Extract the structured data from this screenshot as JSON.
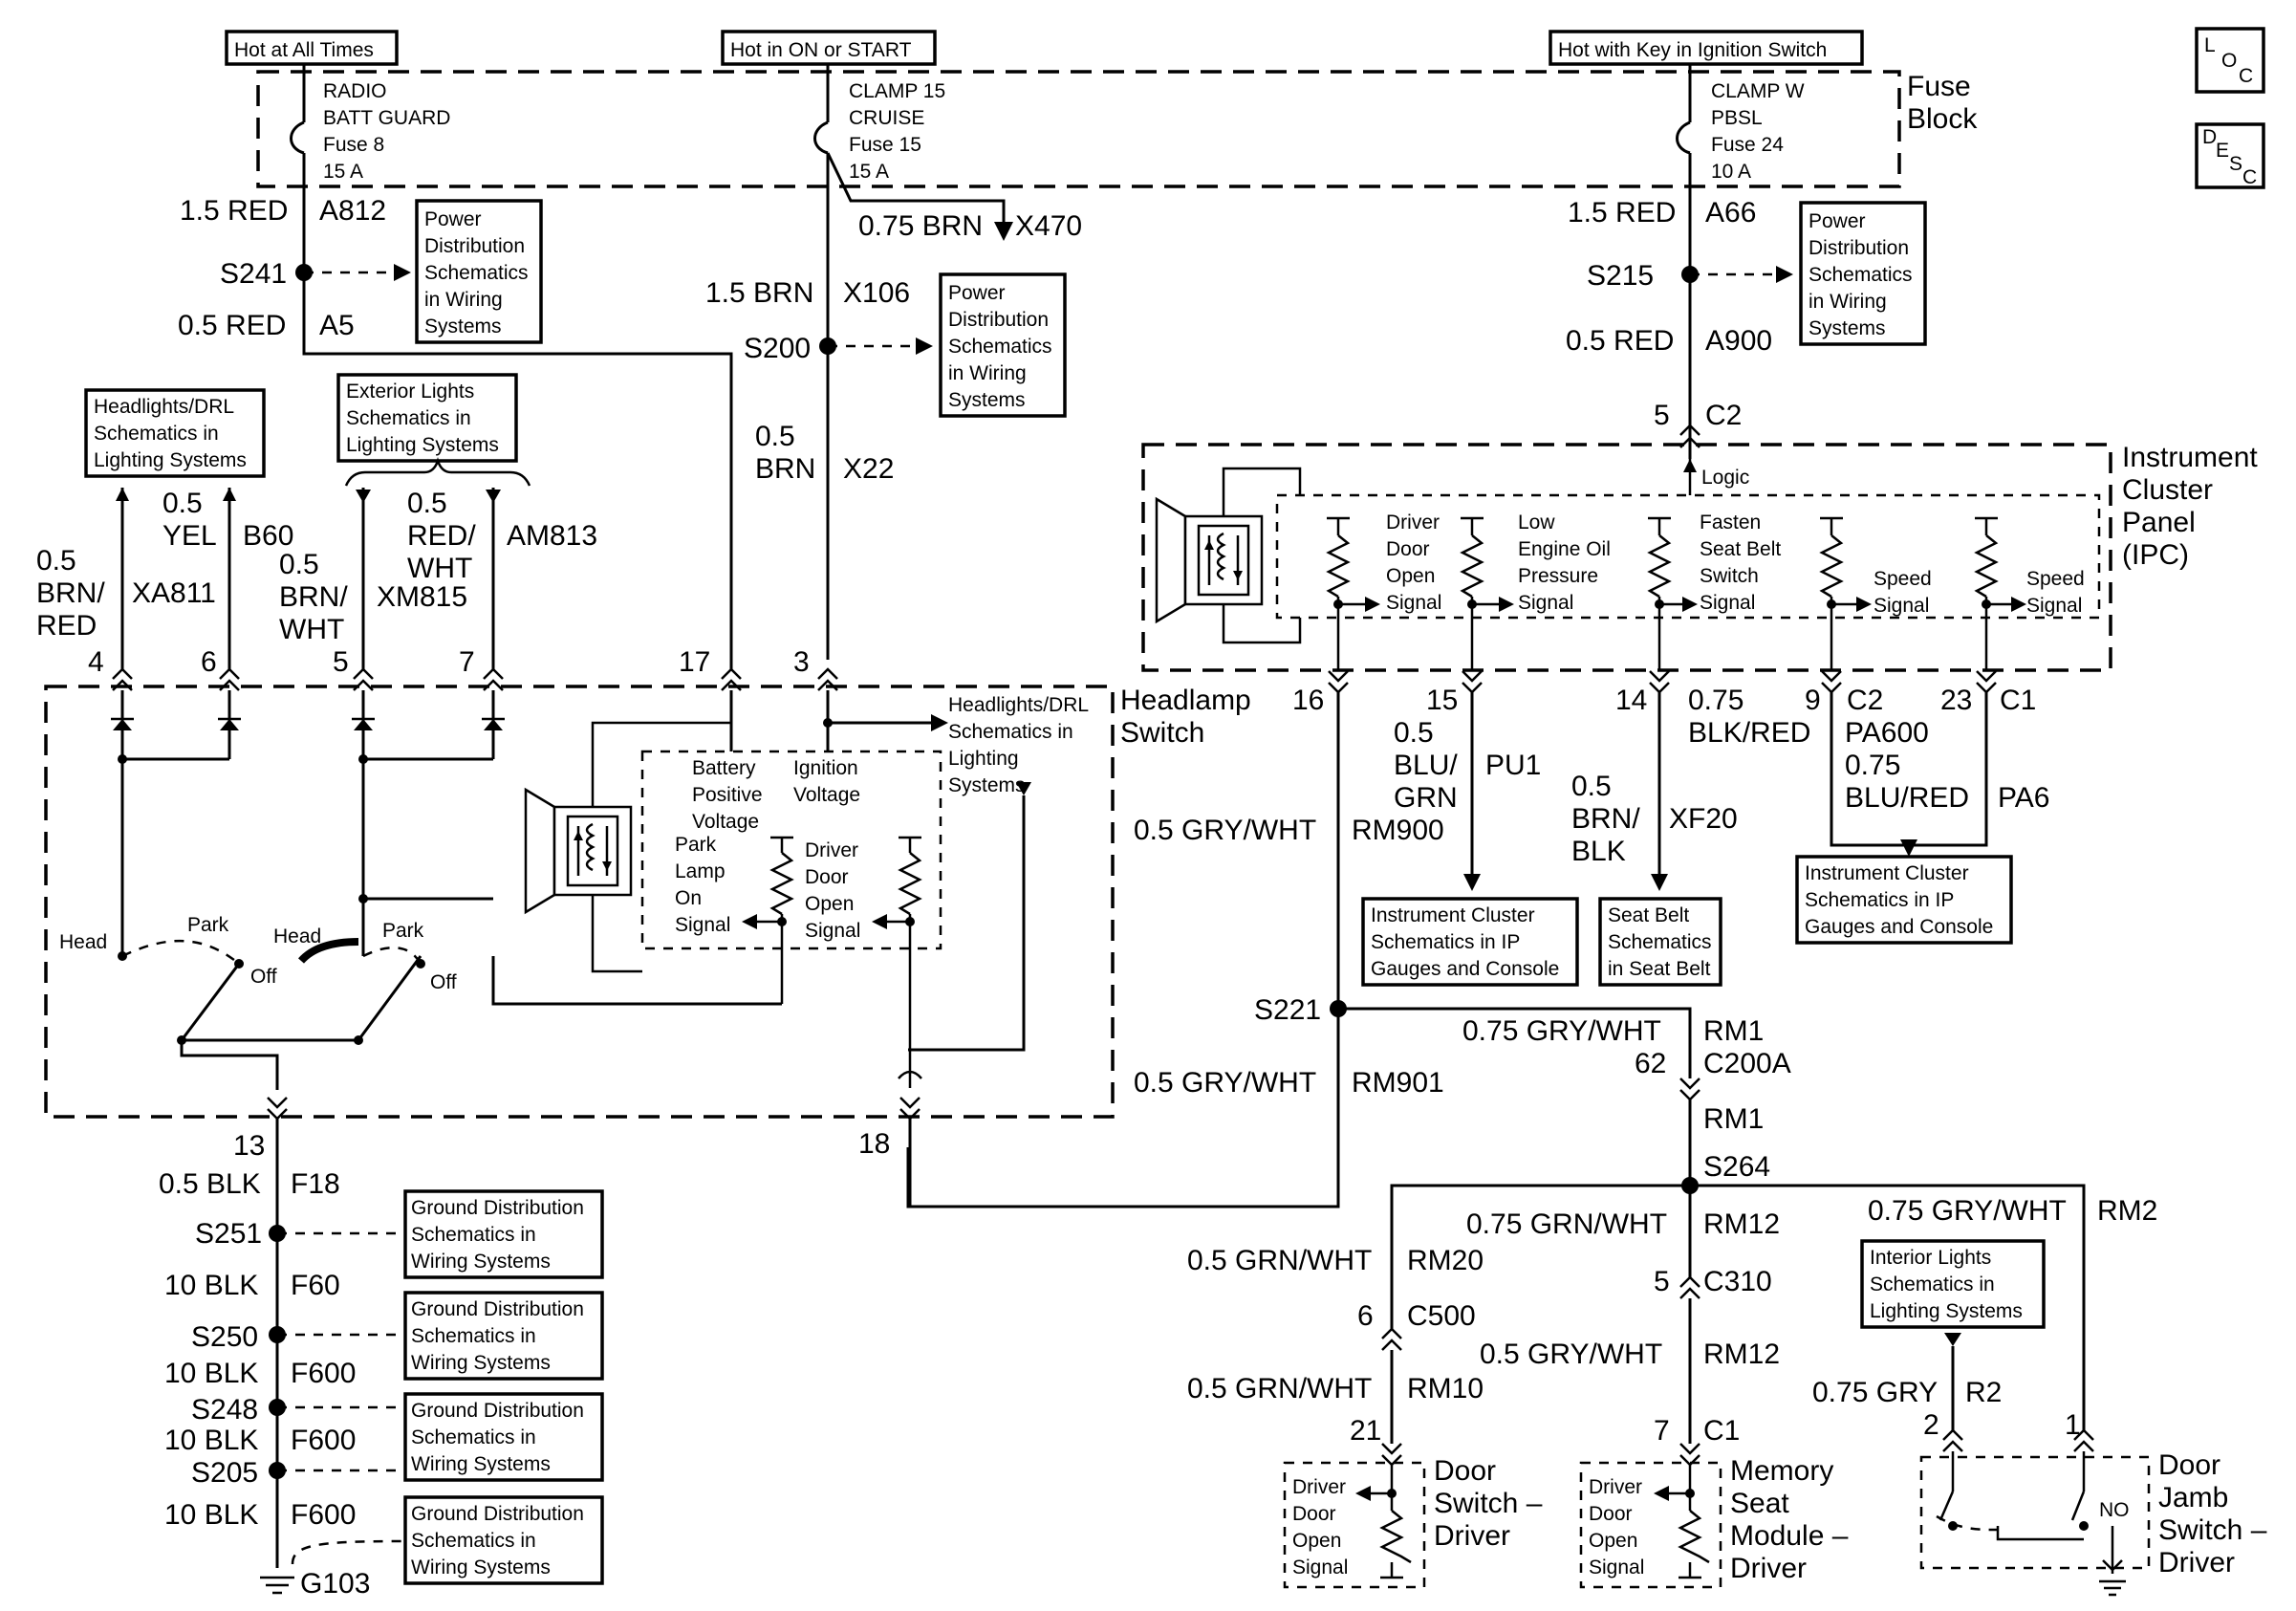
{
  "header_labels": {
    "hot_all": "Hot at All Times",
    "hot_on": "Hot in ON or START",
    "hot_key": "Hot with Key in Ignition Switch"
  },
  "fuse_block": {
    "line1": "Fuse",
    "line2": "Block"
  },
  "fuses": [
    {
      "lines": [
        "RADIO",
        "BATT GUARD",
        "Fuse 8",
        "15 A"
      ]
    },
    {
      "lines": [
        "CLAMP 15",
        "CRUISE",
        "Fuse 15",
        "15 A"
      ]
    },
    {
      "lines": [
        "CLAMP W",
        "PBSL",
        "Fuse 24",
        "10 A"
      ]
    }
  ],
  "reference_boxes": {
    "pd1": [
      "Power",
      "Distribution",
      "Schematics",
      "in Wiring",
      "Systems"
    ],
    "pd2": [
      "Power",
      "Distribution",
      "Schematics",
      "in Wiring",
      "Systems"
    ],
    "pd3": [
      "Power",
      "Distribution",
      "Schematics",
      "in Wiring",
      "Systems"
    ],
    "hl1": [
      "Headlights/DRL",
      "Schematics in",
      "Lighting Systems"
    ],
    "ext": [
      "Exterior Lights",
      "Schematics in",
      "Lighting Systems"
    ],
    "hl2": [
      "Headlights/DRL",
      "Schematics in",
      "Lighting",
      "Systems"
    ],
    "ic1": [
      "Instrument Cluster",
      "Schematics in IP",
      "Gauges and Console"
    ],
    "sb": [
      "Seat Belt",
      "Schematics",
      "in Seat Belt"
    ],
    "ic2": [
      "Instrument Cluster",
      "Schematics in IP",
      "Gauges and Console"
    ],
    "gd1": [
      "Ground Distribution",
      "Schematics in",
      "Wiring Systems"
    ],
    "gd2": [
      "Ground Distribution",
      "Schematics in",
      "Wiring Systems"
    ],
    "gd3": [
      "Ground Distribution",
      "Schematics in",
      "Wiring Systems"
    ],
    "gd4": [
      "Ground Distribution",
      "Schematics in",
      "Wiring Systems"
    ],
    "int": [
      "Interior Lights",
      "Schematics in",
      "Lighting Systems"
    ]
  },
  "wires": {
    "w_a812": "1.5 RED",
    "c_a812": "A812",
    "w_a5": "0.5 RED",
    "c_a5": "A5",
    "w_x470": "0.75 BRN",
    "c_x470": "X470",
    "w_x106": "1.5 BRN",
    "c_x106": "X106",
    "w_x22a": "0.5",
    "w_x22b": "BRN",
    "c_x22": "X22",
    "w_a66": "1.5 RED",
    "c_a66": "A66",
    "w_a900": "0.5 RED",
    "c_a900": "A900",
    "w_xa811a": "0.5",
    "w_xa811b": "BRN/",
    "w_xa811c": "RED",
    "c_xa811": "XA811",
    "w_b60a": "0.5",
    "w_b60b": "YEL",
    "c_b60": "B60",
    "w_xm815a": "0.5",
    "w_xm815b": "BRN/",
    "w_xm815c": "WHT",
    "c_xm815": "XM815",
    "w_am813a": "0.5",
    "w_am813b": "RED/",
    "w_am813c": "WHT",
    "c_am813": "AM813",
    "w_rm900": "0.5 GRY/WHT",
    "c_rm900": "RM900",
    "w_pu1a": "0.5",
    "w_pu1b": "BLU/",
    "w_pu1c": "GRN",
    "c_pu1": "PU1",
    "w_xf20a": "0.5",
    "w_xf20b": "BRN/",
    "w_xf20c": "BLK",
    "c_xf20": "XF20",
    "w_pa600": "0.75",
    "w_pa600b": "BLK/RED",
    "c_pa600": "PA600",
    "w_pa6a": "0.75",
    "w_pa6b": "BLU/RED",
    "c_pa6": "PA6",
    "w_rm1": "0.75 GRY/WHT",
    "c_rm1": "RM1",
    "c_rm1b": "RM1",
    "w_rm901": "0.5 GRY/WHT",
    "c_rm901": "RM901",
    "w_rm12a": "0.75 GRN/WHT",
    "c_rm12a": "RM12",
    "w_rm2": "0.75 GRY/WHT",
    "c_rm2": "RM2",
    "w_rm20": "0.5 GRN/WHT",
    "c_rm20": "RM20",
    "w_rm12b": "0.5 GRY/WHT",
    "c_rm12b": "RM12",
    "w_rm10": "0.5 GRN/WHT",
    "c_rm10": "RM10",
    "w_r2": "0.75 GRY",
    "c_r2": "R2",
    "w_f18": "0.5 BLK",
    "c_f18": "F18",
    "w_f60": "10 BLK",
    "c_f60": "F60",
    "w_f600a": "10 BLK",
    "c_f600a": "F600",
    "w_f600b": "10 BLK",
    "c_f600b": "F600",
    "w_f600c": "10 BLK",
    "c_f600c": "F600"
  },
  "splices": {
    "s241": "S241",
    "s200": "S200",
    "s215": "S215",
    "s221": "S221",
    "s264": "S264",
    "s251": "S251",
    "s250": "S250",
    "s248": "S248",
    "s205": "S205"
  },
  "ground": "G103",
  "pins": {
    "p4": "4",
    "p6": "6",
    "p5": "5",
    "p7": "7",
    "p17": "17",
    "p3": "3",
    "p13": "13",
    "p18": "18",
    "p16": "16",
    "p15": "15",
    "p14": "14",
    "p9": "9",
    "p23": "23",
    "pc2": "5",
    "p62": "62",
    "p5b": "5",
    "p6b": "6",
    "p21": "21",
    "p7b": "7",
    "p2": "2",
    "p1": "1"
  },
  "connectors": {
    "c2top": "C2",
    "c2": "C2",
    "c1": "C1",
    "c200a": "C200A",
    "c310": "C310",
    "c500": "C500",
    "c1b": "C1"
  },
  "ipc": {
    "title": [
      "Instrument",
      "Cluster",
      "Panel",
      "(IPC)"
    ],
    "logic": "Logic",
    "sig1": [
      "Driver",
      "Door",
      "Open",
      "Signal"
    ],
    "sig2": [
      "Low",
      "Engine Oil",
      "Pressure",
      "Signal"
    ],
    "sig3": [
      "Fasten",
      "Seat Belt",
      "Switch",
      "Signal"
    ],
    "sig4": [
      "Speed",
      "Signal"
    ],
    "sig5": [
      "Speed",
      "Signal"
    ]
  },
  "headlamp": {
    "title": [
      "Headlamp",
      "Switch"
    ],
    "bat": [
      "Battery",
      "Positive",
      "Voltage"
    ],
    "ign": [
      "Ignition",
      "Voltage"
    ],
    "park": [
      "Park",
      "Lamp",
      "On",
      "Signal"
    ],
    "door": [
      "Driver",
      "Door",
      "Open",
      "Signal"
    ],
    "head1": "Head",
    "park1": "Park",
    "off1": "Off",
    "head2": "Head",
    "park2": "Park",
    "off2": "Off"
  },
  "door_switch": {
    "title": [
      "Door",
      "Switch –",
      "Driver"
    ],
    "sig": [
      "Driver",
      "Door",
      "Open",
      "Signal"
    ]
  },
  "memory": {
    "title": [
      "Memory",
      "Seat",
      "Module –",
      "Driver"
    ],
    "sig": [
      "Driver",
      "Door",
      "Open",
      "Signal"
    ]
  },
  "jamb": {
    "title": [
      "Door",
      "Jamb",
      "Switch –",
      "Driver"
    ],
    "no": "NO"
  },
  "icons": {
    "loc": {
      "a": "L",
      "b": "O",
      "c": "C"
    },
    "desc": {
      "a": "D",
      "b": "E",
      "c": "S",
      "d": "C"
    }
  }
}
